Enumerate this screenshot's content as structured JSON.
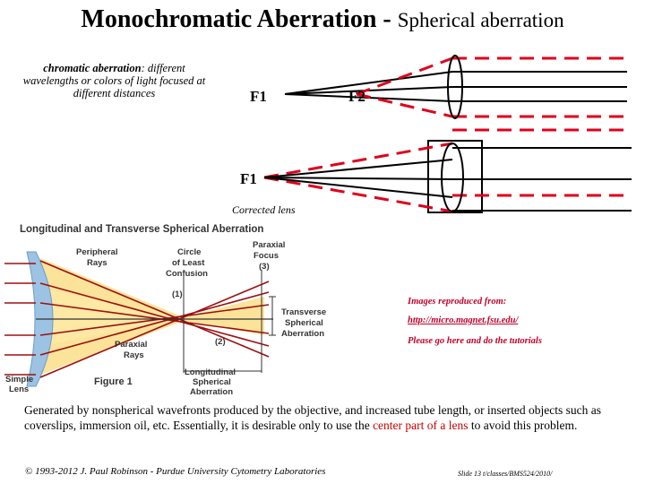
{
  "title": {
    "main": "Monochromatic Aberration - ",
    "sub": "Spherical aberration"
  },
  "note": {
    "term": "chromatic aberration",
    "definition": ": different wavelengths or colors of light focused at different distances"
  },
  "diagram": {
    "f1_top": "F1",
    "f2_top": "F2",
    "f1_bottom": "F1",
    "corrected_label": "Corrected lens"
  },
  "figure": {
    "title": "Longitudinal and Transverse Spherical Aberration",
    "peripheral_rays": [
      "Peripheral",
      "Rays"
    ],
    "circle_least": [
      "Circle",
      "of Least",
      "Confusion"
    ],
    "paraxial_focus": [
      "Paraxial",
      "Focus",
      "(3)"
    ],
    "marker_1": "(1)",
    "marker_2": "(2)",
    "transverse": [
      "Transverse",
      "Spherical",
      "Aberration"
    ],
    "paraxial_rays": [
      "Paraxial",
      "Rays"
    ],
    "longitudinal": [
      "Longitudinal",
      "Spherical",
      "Aberration"
    ],
    "simple_lens": [
      "Simple",
      "Lens"
    ],
    "figure_label": "Figure 1"
  },
  "credits": {
    "line1": "Images reproduced from:",
    "line2": "http://micro.magnet.fsu.edu/",
    "line3": "Please go here and do the tutorials"
  },
  "description": {
    "part1": "Generated by nonspherical wavefronts produced by the objective, and increased tube length, or inserted objects such as coverslips, immersion oil, etc. Essentially, it is desirable only to use the ",
    "highlight": "center part of a lens",
    "part2": " to avoid this problem."
  },
  "footer": {
    "left": "© 1993-2012 J. Paul Robinson - Purdue University Cytometry Laboratories",
    "right": "Slide 13 t/classes/BMS524/2010/"
  },
  "colors": {
    "red": "#e0001b",
    "beam_yellow": "#fbe39a",
    "lens_blue": "#9cc3e3"
  }
}
